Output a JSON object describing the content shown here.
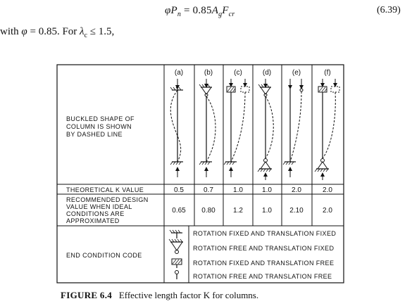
{
  "equation": {
    "text": "φP_n = 0.85A_g F_cr",
    "number": "(6.39)"
  },
  "paragraph": "with φ = 0.85. For λc ≤ 1.5,",
  "figure": {
    "row_labels": {
      "buckled_line1": "BUCKLED SHAPE OF",
      "buckled_line2": "COLUMN IS SHOWN",
      "buckled_line3": "BY DASHED LINE",
      "theoretical": "THEORETICAL K VALUE",
      "recommended_line1": "RECOMMENDED DESIGN",
      "recommended_line2": "VALUE WHEN IDEAL",
      "recommended_line3": "CONDITIONS ARE",
      "recommended_line4": "APPROXIMATED",
      "end_condition": "END CONDITION CODE"
    },
    "columns": [
      {
        "label": "(a)",
        "theoretical": "0.5",
        "recommended": "0.65"
      },
      {
        "label": "(b)",
        "theoretical": "0.7",
        "recommended": "0.80"
      },
      {
        "label": "(c)",
        "theoretical": "1.0",
        "recommended": "1.2"
      },
      {
        "label": "(d)",
        "theoretical": "1.0",
        "recommended": "1.0"
      },
      {
        "label": "(e)",
        "theoretical": "2.0",
        "recommended": "2.10"
      },
      {
        "label": "(f)",
        "theoretical": "2.0",
        "recommended": "2.0"
      }
    ],
    "end_codes": [
      {
        "icon": "fixed-support-icon",
        "text": "ROTATION FIXED AND TRANSLATION FIXED"
      },
      {
        "icon": "pin-support-icon",
        "text": "ROTATION FREE AND TRANSLATION FIXED"
      },
      {
        "icon": "fixed-free-block-icon",
        "text": "ROTATION FIXED AND TRANSLATION FREE"
      },
      {
        "icon": "free-end-icon",
        "text": "ROTATION FREE AND TRANSLATION FREE"
      }
    ]
  },
  "caption": {
    "label": "FIGURE 6.4",
    "text": "Effective length factor K for columns."
  }
}
